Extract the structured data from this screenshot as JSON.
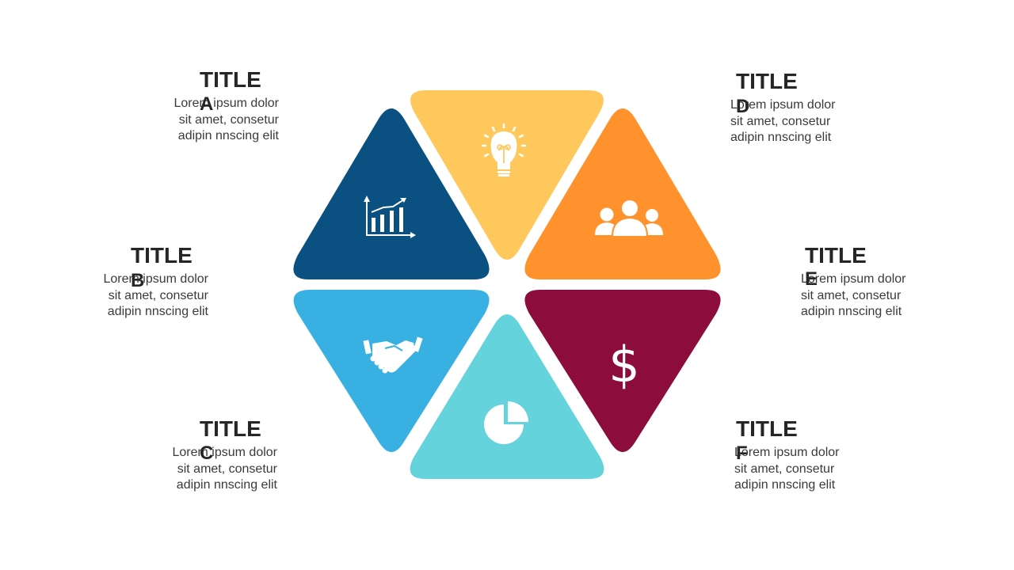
{
  "segments": [
    {
      "id": "a",
      "color": "#0A5081",
      "icon": "growth-chart-icon"
    },
    {
      "id": "b",
      "color": "#38B0E2",
      "icon": "handshake-icon"
    },
    {
      "id": "c",
      "color": "#64D3DC",
      "icon": "pie-chart-icon"
    },
    {
      "id": "d",
      "color": "#FF922C",
      "icon": "team-icon"
    },
    {
      "id": "e",
      "color": "#8C0C3C",
      "icon": "dollar-icon"
    },
    {
      "id": "f",
      "color": "#FFC85C",
      "icon": "lightbulb-icon"
    }
  ],
  "labels": {
    "a": {
      "title": "TITLE",
      "letter": "A",
      "body": "Lorem ipsum dolor sit amet, consetur adipin nnscing elit"
    },
    "b": {
      "title": "TITLE",
      "letter": "B",
      "body": "Lorem ipsum dolor sit amet, consetur adipin nnscing elit"
    },
    "c": {
      "title": "TITLE",
      "letter": "C",
      "body": "Lorem ipsum dolor sit amet, consetur adipin nnscing elit"
    },
    "d": {
      "title": "TITLE",
      "letter": "D",
      "body": "Lorem ipsum dolor sit amet, consetur adipin nnscing elit"
    },
    "e": {
      "title": "TITLE",
      "letter": "E",
      "body": "Lorem ipsum dolor sit amet, consetur adipin nnscing elit"
    },
    "f": {
      "title": "TITLE",
      "letter": "F",
      "body": "Lorem ipsum dolor sit amet, consetur adipin nnscing elit"
    }
  },
  "icons": {
    "dollar": "$"
  }
}
